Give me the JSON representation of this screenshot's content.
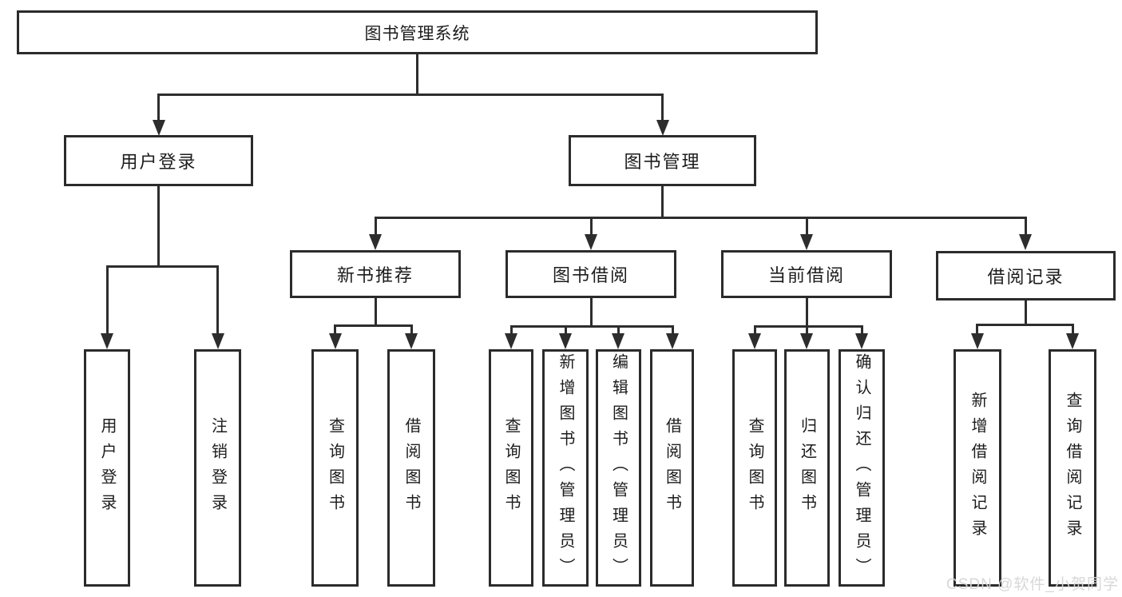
{
  "diagram": {
    "title": "图书管理系统",
    "colors": {
      "line": "#2d2d2d",
      "border": "#2b2b2b",
      "text": "#1c1c1c",
      "background": "#ffffff",
      "watermark": "#d5d5d5"
    },
    "tree": {
      "label": "图书管理系统",
      "children": [
        {
          "label": "用户登录",
          "children": [
            {
              "label": "用户登录"
            },
            {
              "label": "注销登录"
            }
          ]
        },
        {
          "label": "图书管理",
          "children": [
            {
              "label": "新书推荐",
              "children": [
                {
                  "label": "查询图书"
                },
                {
                  "label": "借阅图书"
                }
              ]
            },
            {
              "label": "图书借阅",
              "children": [
                {
                  "label": "查询图书"
                },
                {
                  "label": "新增图书（管理员）"
                },
                {
                  "label": "编辑图书（管理员）"
                },
                {
                  "label": "借阅图书"
                }
              ]
            },
            {
              "label": "当前借阅",
              "children": [
                {
                  "label": "查询图书"
                },
                {
                  "label": "归还图书"
                },
                {
                  "label": "确认归还（管理员）"
                }
              ]
            },
            {
              "label": "借阅记录",
              "children": [
                {
                  "label": "新增借阅记录"
                },
                {
                  "label": "查询借阅记录"
                }
              ]
            }
          ]
        }
      ]
    },
    "watermark": {
      "text": "CSDN @软件_小贺同学"
    }
  }
}
